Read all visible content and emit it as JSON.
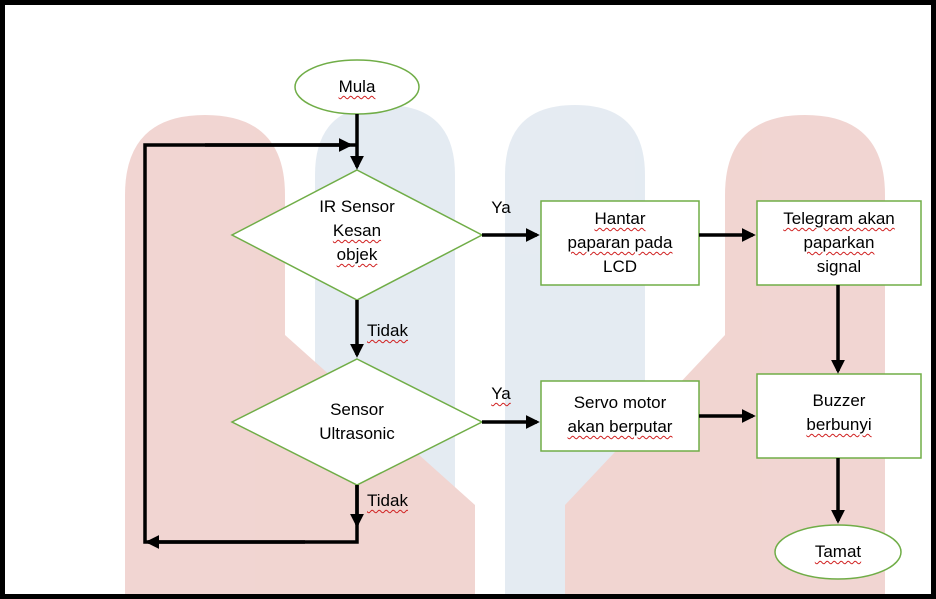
{
  "colors": {
    "shape_stroke": "#70ad47",
    "arrow": "#000000",
    "watermark": "#e6b3ad",
    "watermark_blue": "#cfdbe8"
  },
  "nodes": {
    "start": "Mula",
    "ir_line1": "IR Sensor",
    "ir_line2": "Kesan",
    "ir_line3": "objek",
    "hantar_line1": "Hantar",
    "hantar_line2": "paparan pada",
    "hantar_line3": "LCD",
    "telegram_line1": "Telegram akan",
    "telegram_line2": "paparkan",
    "telegram_line3": "signal",
    "ultra_line1": "Sensor",
    "ultra_line2": "Ultrasonic",
    "servo_line1": "Servo motor",
    "servo_line2": "akan berputar",
    "buzzer_line1": "Buzzer",
    "buzzer_line2": "berbunyi",
    "end": "Tamat"
  },
  "edges": {
    "ir_yes": "Ya",
    "ir_no": "Tidak",
    "ultra_yes": "Ya",
    "ultra_no": "Tidak"
  }
}
